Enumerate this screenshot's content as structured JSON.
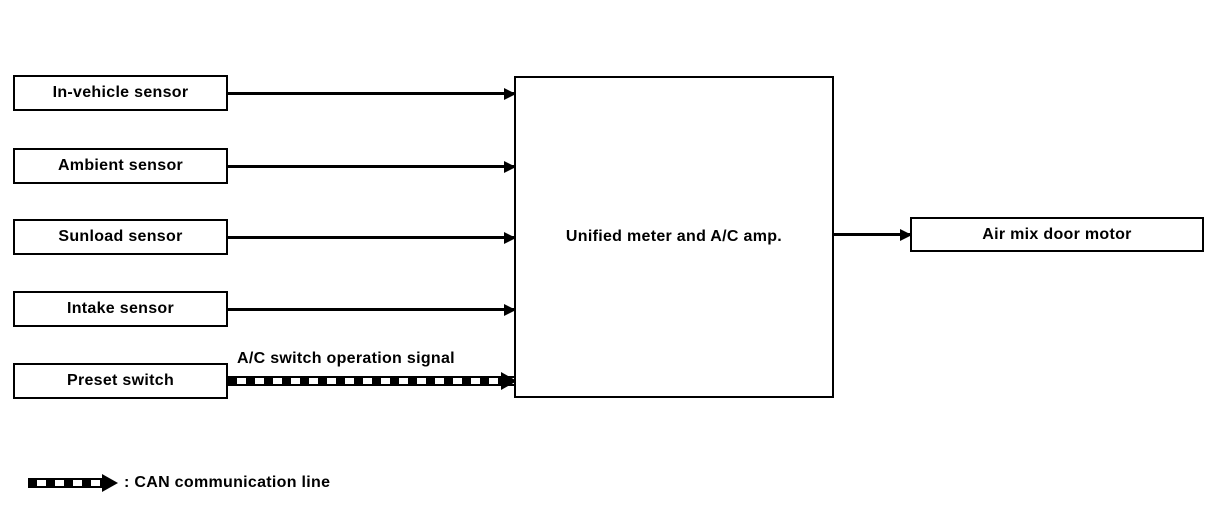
{
  "diagram": {
    "inputs": [
      {
        "label": "In-vehicle sensor"
      },
      {
        "label": "Ambient sensor"
      },
      {
        "label": "Sunload sensor"
      },
      {
        "label": "Intake sensor"
      },
      {
        "label": "Preset switch"
      }
    ],
    "center_box_label": "Unified meter and A/C amp.",
    "output_box_label": "Air mix door motor",
    "can_signal_label": "A/C switch operation signal",
    "legend_label": ": CAN communication line",
    "colors": {
      "line": "#000000",
      "background": "#ffffff"
    }
  }
}
